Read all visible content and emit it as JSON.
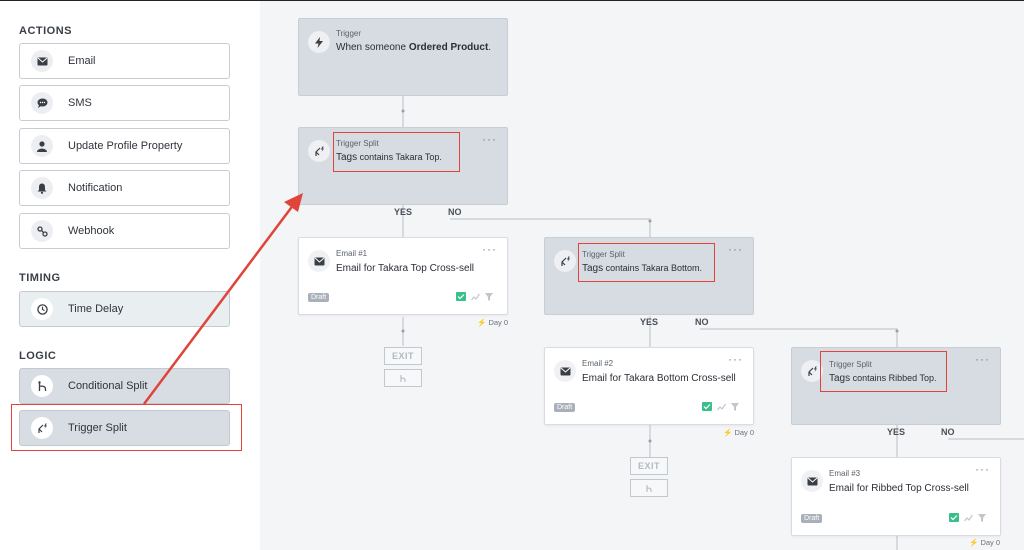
{
  "sidebar": {
    "actions_title": "ACTIONS",
    "actions": [
      {
        "label": "Email",
        "icon": "envelope-icon"
      },
      {
        "label": "SMS",
        "icon": "chat-bubble-icon"
      },
      {
        "label": "Update Profile Property",
        "icon": "user-icon"
      },
      {
        "label": "Notification",
        "icon": "bell-icon"
      },
      {
        "label": "Webhook",
        "icon": "webhook-icon"
      }
    ],
    "timing_title": "TIMING",
    "timing": [
      {
        "label": "Time Delay",
        "icon": "clock-icon"
      }
    ],
    "logic_title": "LOGIC",
    "logic": [
      {
        "label": "Conditional Split",
        "icon": "split-icon"
      },
      {
        "label": "Trigger Split",
        "icon": "trigger-split-icon"
      }
    ]
  },
  "flow": {
    "trigger": {
      "kicker": "Trigger",
      "text_prefix": "When someone ",
      "text_bold": "Ordered Product",
      "text_suffix": "."
    },
    "split1": {
      "kicker": "Trigger Split",
      "field": "Tags",
      "rest": " contains Takara Top."
    },
    "split2": {
      "kicker": "Trigger Split",
      "field": "Tags",
      "rest": " contains Takara Bottom."
    },
    "split3": {
      "kicker": "Trigger Split",
      "field": "Tags",
      "rest": " contains Ribbed Top."
    },
    "email1": {
      "kicker": "Email #1",
      "title": "Email for Takara Top Cross-sell",
      "badge": "Draft",
      "day": "Day 0"
    },
    "email2": {
      "kicker": "Email #2",
      "title": "Email for Takara Bottom Cross-sell",
      "badge": "Draft",
      "day": "Day 0"
    },
    "email3": {
      "kicker": "Email #3",
      "title": "Email for Ribbed Top Cross-sell",
      "badge": "Draft",
      "day": "Day 0"
    },
    "yes": "YES",
    "no": "NO",
    "exit": "EXIT",
    "more": "···"
  },
  "colors": {
    "highlight": "#e0443a",
    "draft_badge": "#a9b0ba",
    "send_icon": "#3bbf8a"
  }
}
